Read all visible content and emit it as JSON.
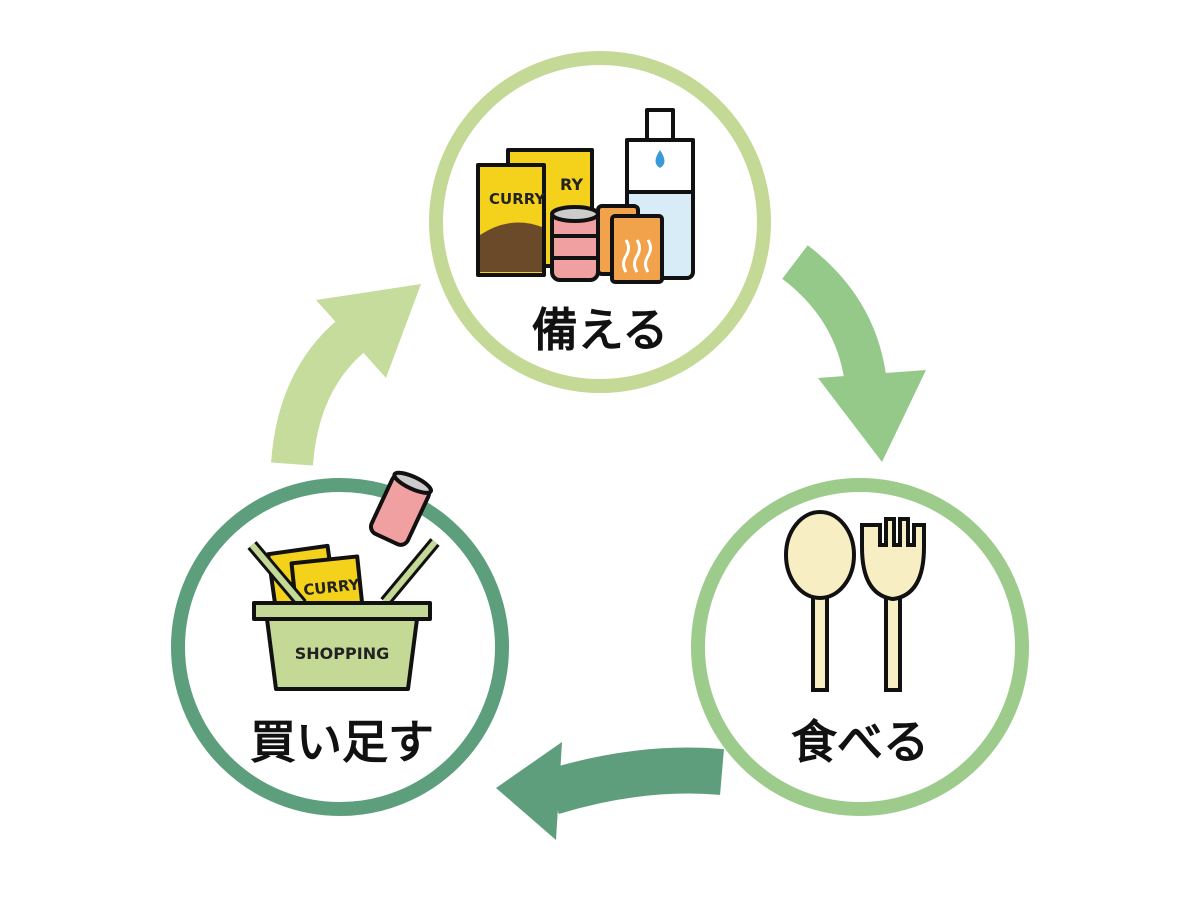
{
  "diagram": {
    "steps": [
      {
        "label": "備える",
        "icon": "stockpile-food-water-icon",
        "package_text": "CURRY",
        "package_text_partial": "RY"
      },
      {
        "label": "食べる",
        "icon": "spoon-fork-icon"
      },
      {
        "label": "買い足す",
        "icon": "shopping-basket-icon",
        "package_text": "CURRY",
        "basket_text": "SHOPPING"
      }
    ],
    "colors": {
      "prepare": "#c4d996",
      "eat": "#9ccb8c",
      "buy": "#5d9e7c",
      "arrow_prepare_to_eat": "#94c98a",
      "arrow_eat_to_buy": "#5f9e7c",
      "arrow_buy_to_prepare": "#c6dc9c"
    }
  }
}
